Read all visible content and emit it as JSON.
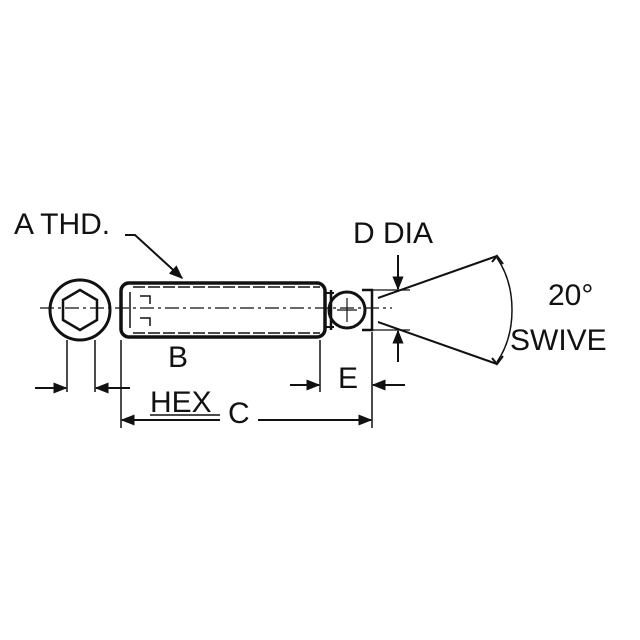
{
  "labels": {
    "thread": "A THD.",
    "length_b": "B",
    "hex": "HEX",
    "length_c": "C",
    "ball_dia": "D DIA",
    "ball_e": "E",
    "swivel_angle": "20°",
    "swivel_word": "SWIVE"
  },
  "colors": {
    "ink": "#111111",
    "paper": "#ffffff"
  }
}
